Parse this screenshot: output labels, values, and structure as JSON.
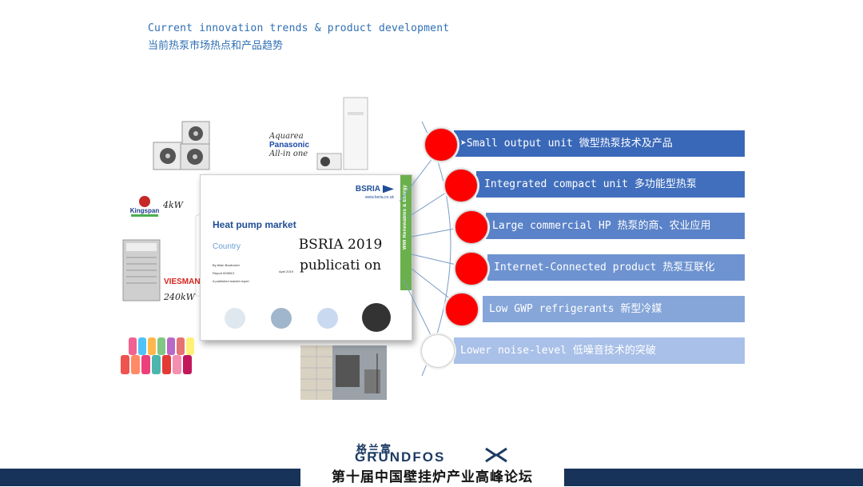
{
  "header": {
    "title_en": "Current innovation trends & product development",
    "title_zh": "当前热泵市场热点和产品趋势"
  },
  "products": {
    "panasonic_label_1": "Aquarea",
    "panasonic_logo": "Panasonic",
    "panasonic_label_2": "All-in one",
    "kingspan_logo": "Kingspan",
    "kingspan_power": "4kW",
    "viessmann_logo": "VIESMANN",
    "viessmann_power": "240kW"
  },
  "report": {
    "publisher_logo": "BSRIA",
    "publisher_url": "www.bsria.co.uk",
    "band_text": "WMI Renewables & Energy",
    "title": "Heat pump market",
    "country": "Country",
    "meta_lines": [
      "By Allan Bowlocker",
      "Report 60060/1",
      "A published market report"
    ],
    "date": "April 2019",
    "overlay": "BSRIA 2019 publicati on"
  },
  "trends": [
    {
      "label": "➤Small output unit 微型热泵技术及产品",
      "filled": true
    },
    {
      "label": "Integrated compact unit 多功能型热泵",
      "filled": true
    },
    {
      "label": "Large commercial HP 热泵的商、农业应用",
      "filled": true
    },
    {
      "label": "Internet-Connected product 热泵互联化",
      "filled": true
    },
    {
      "label": "Low GWP refrigerants 新型冷媒",
      "filled": true
    },
    {
      "label": "Lower noise-level 低噪音技术的突破",
      "filled": false
    }
  ],
  "colors": {
    "accent_blue": "#2f6fb3",
    "trend_red": "#ff0000",
    "band_green": "#6ab04c",
    "footer_navy": "#173359"
  },
  "footer": {
    "brand_zh": "格兰富",
    "brand": "GRUNDFOS",
    "event": "第十届中国壁挂炉产业高峰论坛"
  }
}
